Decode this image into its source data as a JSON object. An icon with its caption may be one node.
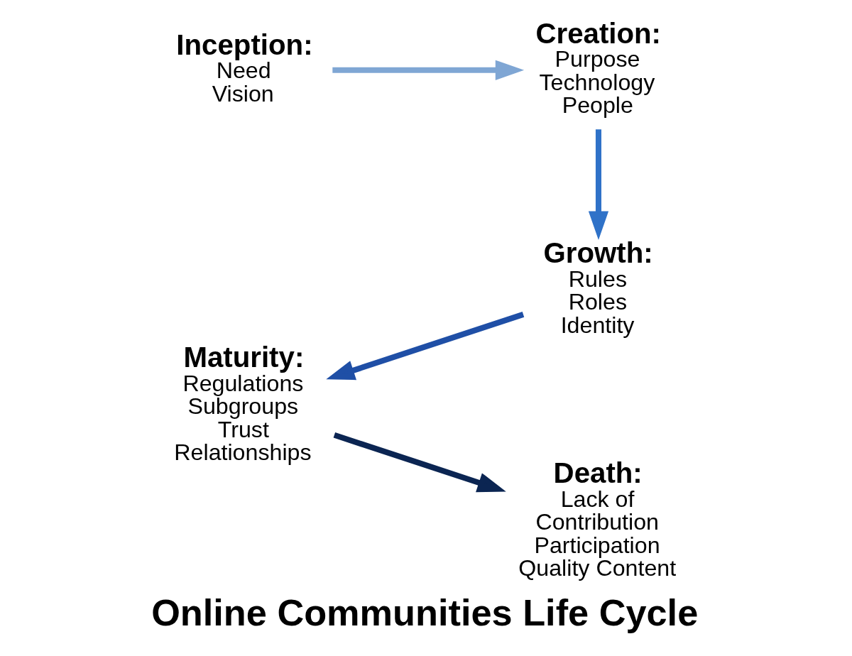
{
  "diagram": {
    "title": "Online Communities Life Cycle",
    "nodes": [
      {
        "text": [
          "Inception:",
          "Need",
          "Vision"
        ]
      },
      {
        "text": [
          "Creation:",
          "Purpose",
          "Technology",
          "People"
        ]
      },
      {
        "text": [
          "Growth:",
          "Rules",
          "Roles",
          "Identity"
        ]
      },
      {
        "text": [
          "Maturity:",
          "Regulations",
          "Subgroups",
          "Trust",
          "Relationships"
        ]
      },
      {
        "text": [
          "Death:",
          "Lack of",
          "Contribution",
          "Participation",
          "Quality Content"
        ]
      }
    ],
    "edges": [
      {
        "from": 0,
        "to": 1,
        "arrow": "to",
        "color": "#7fa6d4"
      },
      {
        "from": 1,
        "to": 2,
        "arrow": "to",
        "color": "#2f72c8"
      },
      {
        "from": 2,
        "to": 3,
        "arrow": "to",
        "color": "#1f4fa6"
      },
      {
        "from": 3,
        "to": 4,
        "arrow": "to",
        "color": "#0b2552"
      }
    ]
  }
}
